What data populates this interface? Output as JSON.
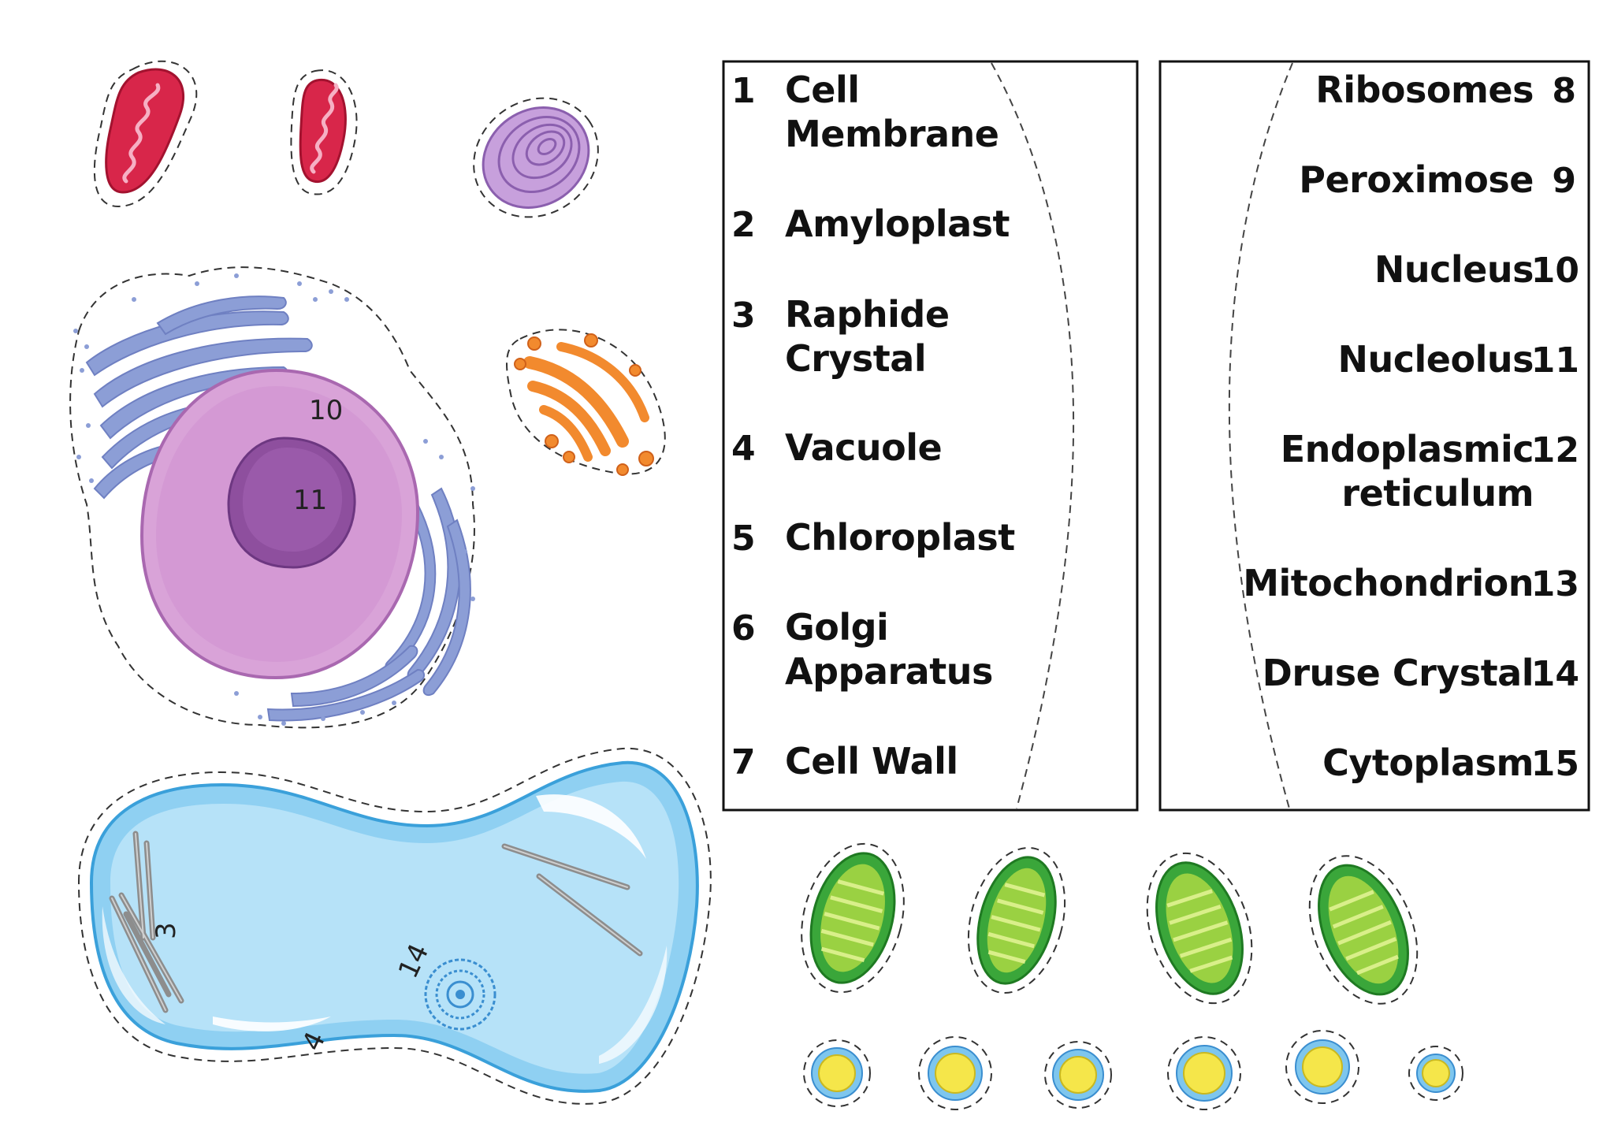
{
  "left_labels": [
    {
      "num": "1",
      "lines": [
        "Cell",
        "Membrane"
      ]
    },
    {
      "num": "2",
      "lines": [
        "Amyloplast"
      ]
    },
    {
      "num": "3",
      "lines": [
        "Raphide",
        "Crystal"
      ]
    },
    {
      "num": "4",
      "lines": [
        "Vacuole"
      ]
    },
    {
      "num": "5",
      "lines": [
        "Chloroplast"
      ]
    },
    {
      "num": "6",
      "lines": [
        "Golgi",
        "Apparatus"
      ]
    },
    {
      "num": "7",
      "lines": [
        "Cell Wall"
      ]
    }
  ],
  "right_labels": [
    {
      "num": "8",
      "lines": [
        "Ribosomes"
      ]
    },
    {
      "num": "9",
      "lines": [
        "Peroximose"
      ]
    },
    {
      "num": "10",
      "lines": [
        "Nucleus"
      ]
    },
    {
      "num": "11",
      "lines": [
        "Nucleolus"
      ]
    },
    {
      "num": "12",
      "lines": [
        "Endoplasmic",
        "reticulum"
      ]
    },
    {
      "num": "13",
      "lines": [
        "Mitochondrion"
      ]
    },
    {
      "num": "14",
      "lines": [
        "Druse Crystal"
      ]
    },
    {
      "num": "15",
      "lines": [
        "Cytoplasm"
      ]
    }
  ],
  "on_image_numbers": {
    "nucleus": "10",
    "nucleolus": "11",
    "raphide": "3",
    "druse": "14",
    "vacuole": "4"
  },
  "colors": {
    "mitochondria": "#d8264a",
    "peroxisome": "#b98fd0",
    "er": "#8c9ed6",
    "nucleus": "#d9a3d8",
    "nucleolus": "#8e4f9e",
    "golgi": "#f28a2e",
    "vacuole": "#8fd0f2",
    "chloroplast": "#3aa63a",
    "amyloplast": "#f5e64a"
  }
}
